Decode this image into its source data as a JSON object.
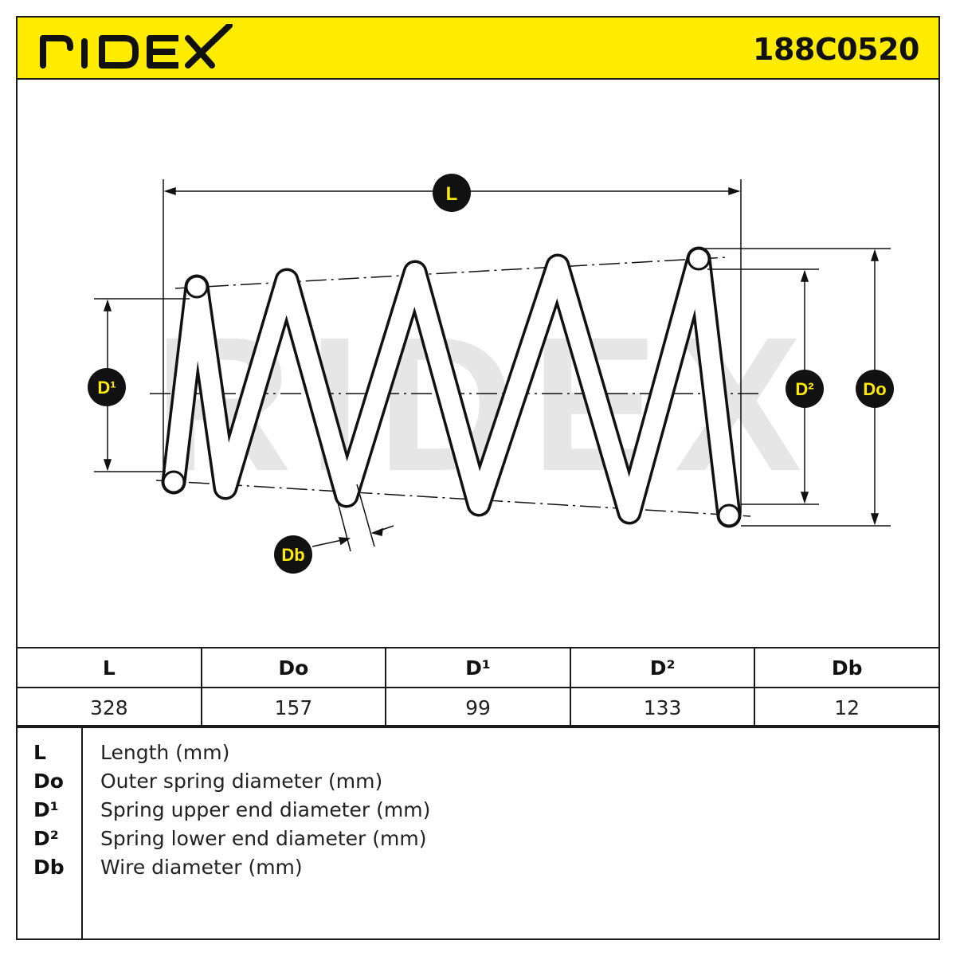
{
  "header": {
    "brand": "RIDEX",
    "part_number": "188C0520",
    "brand_color": "#ffec00"
  },
  "diagram": {
    "watermark": "RIDEX",
    "labels": {
      "length": "L",
      "outer_diameter": "Do",
      "upper_end_diameter": "D¹",
      "lower_end_diameter": "D²",
      "wire_diameter": "Db"
    }
  },
  "specs_table": {
    "headers": [
      "L",
      "Do",
      "D¹",
      "D²",
      "Db"
    ],
    "values": [
      "328",
      "157",
      "99",
      "133",
      "12"
    ]
  },
  "legend": [
    {
      "key": "L",
      "desc": "Length (mm)"
    },
    {
      "key": "Do",
      "desc": "Outer spring diameter (mm)"
    },
    {
      "key": "D¹",
      "desc": "Spring upper end diameter (mm)"
    },
    {
      "key": "D²",
      "desc": "Spring lower end diameter (mm)"
    },
    {
      "key": "Db",
      "desc": "Wire diameter (mm)"
    }
  ]
}
